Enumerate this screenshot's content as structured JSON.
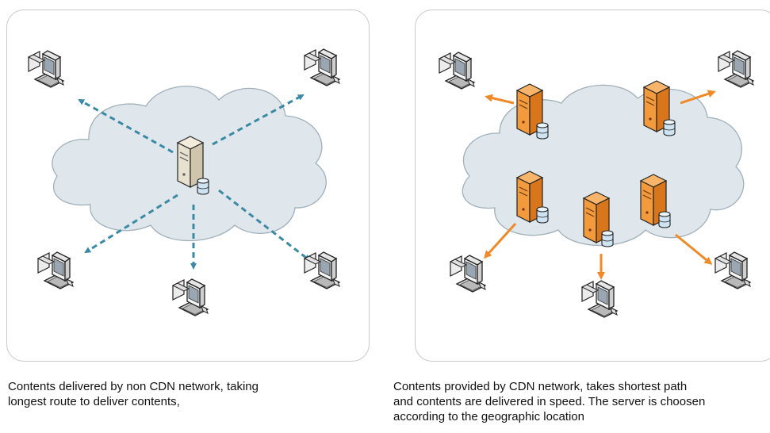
{
  "captions": {
    "left": [
      "Contents delivered by non CDN network, taking",
      "longest route to deliver contents,"
    ],
    "right": [
      "Contents provided by CDN network, takes shortest path",
      "and contents are delivered in speed. The server is choosen",
      "according to the geographic location"
    ]
  },
  "colors": {
    "cloud_fill": "#dfe7ec",
    "cloud_stroke": "#9fb0ba",
    "dashed_arrow": "#3a8aa6",
    "cdn_arrow": "#f08a28",
    "server_origin": "#e9e1cf",
    "server_cdn": "#f39a3c"
  },
  "icons": {
    "server": "server-icon",
    "database": "database-icon",
    "computer": "computer-icon",
    "cloud": "cloud-icon"
  }
}
